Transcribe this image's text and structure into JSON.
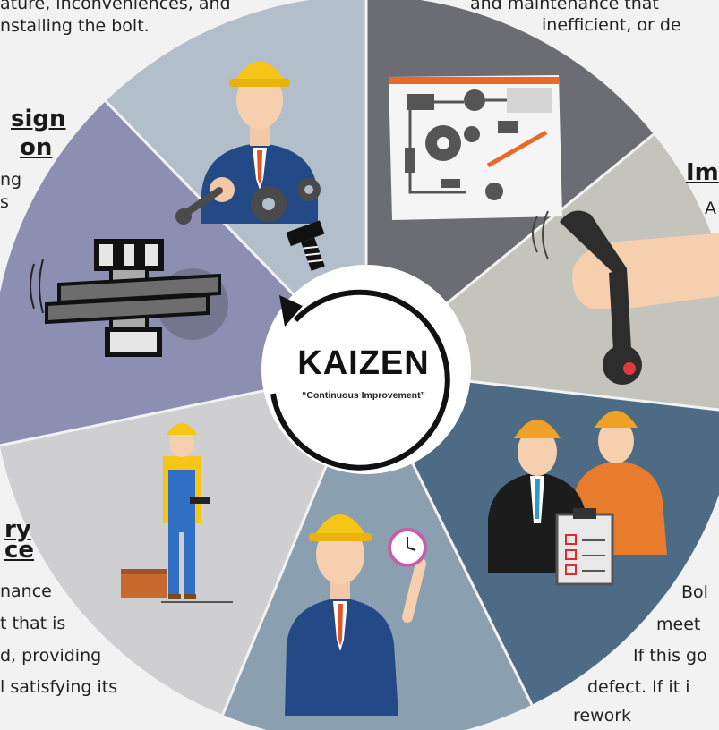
{
  "center": {
    "title": "KAIZEN",
    "subtitle": "“Continuous Improvement”"
  },
  "headings": {
    "design_top": "sign",
    "design_bottom": "on",
    "improve": "Im",
    "quality_top": "ry",
    "quality_bottom": "ce"
  },
  "fragments": {
    "top_left_1": "ature, inconveniences, and",
    "top_left_2": "nstalling the bolt.",
    "top_right_1": "and maintenance that",
    "top_right_2": "inefficient, or de",
    "left_1": "ng",
    "left_2": "s",
    "improve_text": "A",
    "bottom_left_1": "nance",
    "bottom_left_2": "t that is",
    "bottom_left_3": "d, providing",
    "bottom_left_4": "l satisfying its",
    "bottom_right_1": "Bol",
    "bottom_right_2": "meet",
    "bottom_right_3": "If this go",
    "bottom_right_4": "defect. If it i",
    "bottom_right_5": "rework"
  },
  "colors": {
    "seg_top_left": "#b2bfcb",
    "seg_top_right": "#6c6d72",
    "seg_right": "#c4c4bc",
    "seg_bottom_right": "#4d6b84",
    "seg_bottom": "#8a9fb0",
    "seg_bottom_left": "#cfcfd1",
    "seg_left": "#8d8fb2"
  },
  "icons": [
    "engineer-with-gears-icon",
    "blueprint-icon",
    "wrench-in-hand-icon",
    "inspectors-clipboard-icon",
    "manager-with-clock-icon",
    "worker-with-toolbox-icon",
    "bolt-assembly-icon",
    "bolt-icon"
  ]
}
